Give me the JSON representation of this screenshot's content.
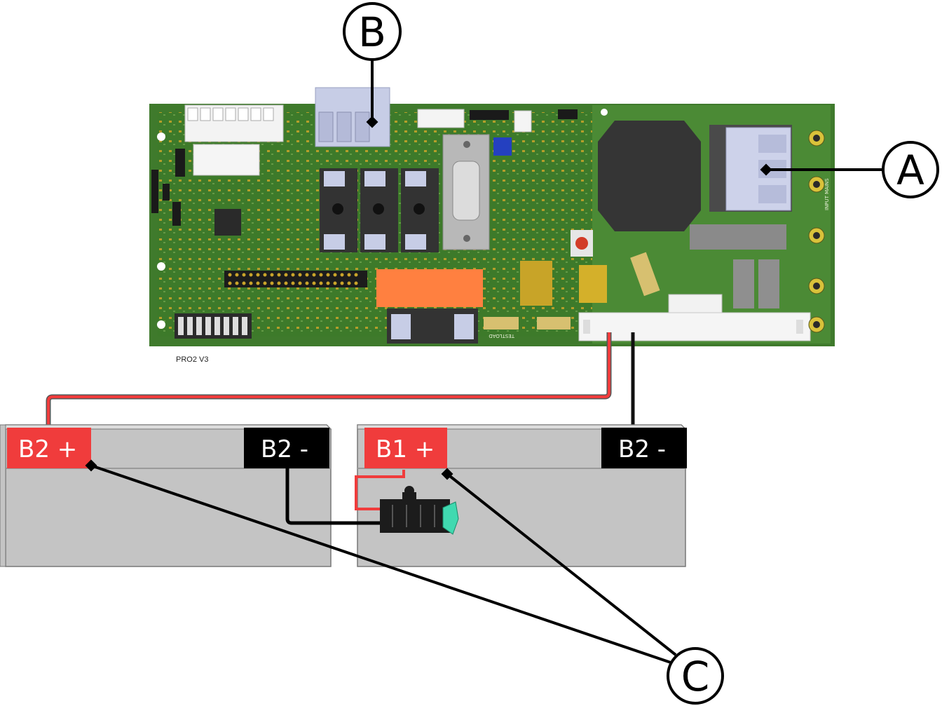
{
  "board": {
    "label": "PRO2 V3",
    "silkscreen_input": "INPUT MAINS",
    "silkscreen_testload": "TESTLOAD"
  },
  "callouts": {
    "a": "A",
    "b": "B",
    "c": "C"
  },
  "batteries": {
    "left_positive": "B2 +",
    "left_negative": "B2 -",
    "right_positive": "B1 +",
    "right_negative": "B2 -"
  },
  "colors": {
    "pcb_green": "#3f7a2c",
    "positive_red": "#f03c3c",
    "negative_black": "#000000",
    "battery_gray": "#c4c4c4",
    "wire_red": "#f03c3c",
    "fuse_teal": "#40d9b0"
  }
}
